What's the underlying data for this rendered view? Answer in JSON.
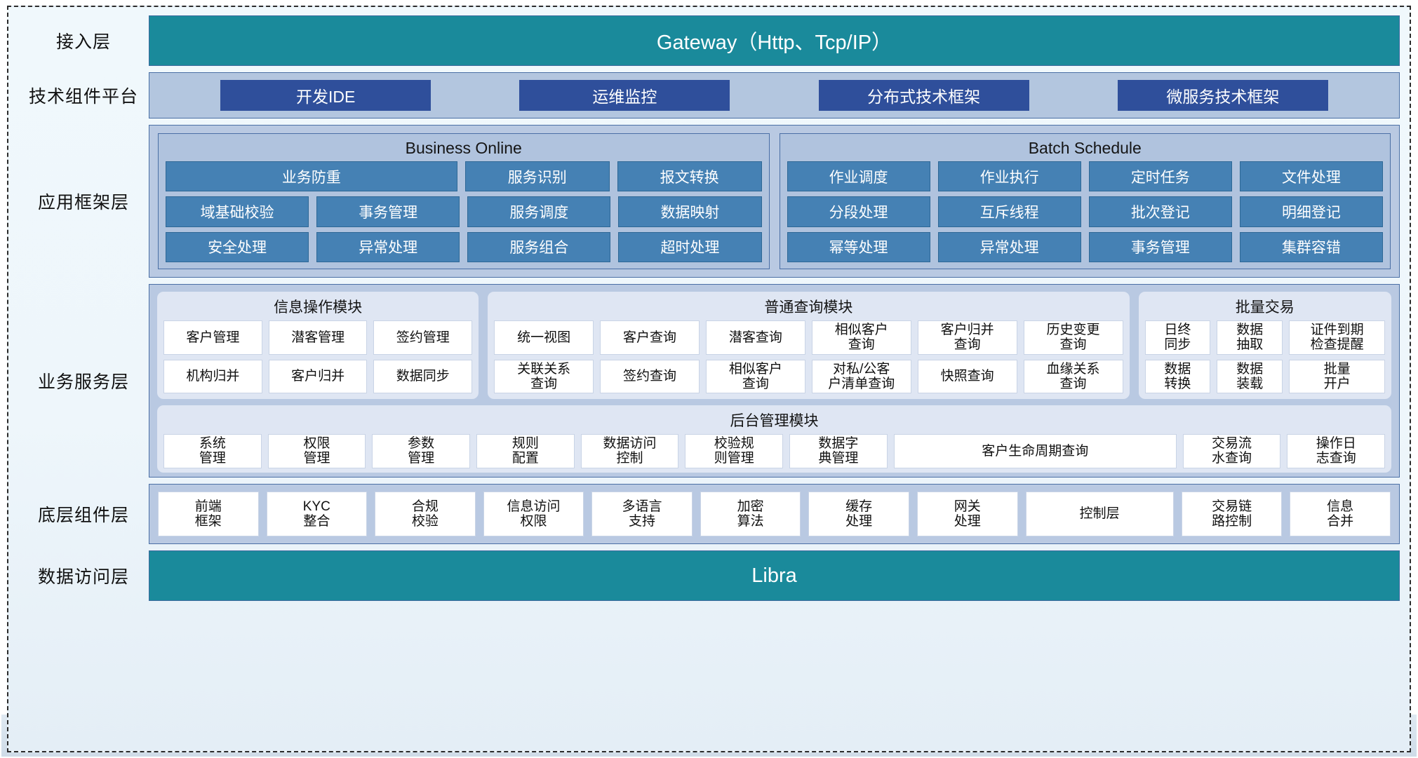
{
  "layers": {
    "access": {
      "label": "接入层",
      "bar": "Gateway（Http、Tcp/IP）"
    },
    "tech": {
      "label": "技术组件平台",
      "chips": [
        "开发IDE",
        "运维监控",
        "分布式技术框架",
        "微服务技术框架"
      ]
    },
    "app": {
      "label": "应用框架层",
      "groups": [
        {
          "title": "Business Online",
          "rows": [
            [
              "业务防重",
              "服务识别",
              "报文转换"
            ],
            [
              "域基础校验",
              "事务管理",
              "服务调度",
              "数据映射"
            ],
            [
              "安全处理",
              "异常处理",
              "服务组合",
              "超时处理"
            ]
          ]
        },
        {
          "title": "Batch Schedule",
          "rows": [
            [
              "作业调度",
              "作业执行",
              "定时任务",
              "文件处理"
            ],
            [
              "分段处理",
              "互斥线程",
              "批次登记",
              "明细登记"
            ],
            [
              "幂等处理",
              "异常处理",
              "事务管理",
              "集群容错"
            ]
          ]
        }
      ]
    },
    "service": {
      "label": "业务服务层",
      "cards": [
        {
          "title": "信息操作模块",
          "rows": [
            [
              "客户管理",
              "潜客管理",
              "签约管理"
            ],
            [
              "机构归并",
              "客户归并",
              "数据同步"
            ]
          ]
        },
        {
          "title": "普通查询模块",
          "rows": [
            [
              "统一视图",
              "客户查询",
              "潜客查询",
              "相似客户\n查询",
              "客户归并\n查询",
              "历史变更\n查询"
            ],
            [
              "关联关系\n查询",
              "签约查询",
              "相似客户\n查询",
              "对私/公客\n户清单查询",
              "快照查询",
              "血缘关系\n查询"
            ]
          ]
        },
        {
          "title": "批量交易",
          "rows": [
            [
              "日终\n同步",
              "数据\n抽取",
              "证件到期\n检查提醒"
            ],
            [
              "数据\n转换",
              "数据\n装载",
              "批量\n开户"
            ]
          ]
        }
      ],
      "admin": {
        "title": "后台管理模块",
        "cells": [
          "系统\n管理",
          "权限\n管理",
          "参数\n管理",
          "规则\n配置",
          "数据访问\n控制",
          "校验规\n则管理",
          "数据字\n典管理",
          "客户生命周期查询",
          "交易流\n水查询",
          "操作日\n志查询"
        ]
      }
    },
    "base": {
      "label": "底层组件层",
      "cells": [
        "前端\n框架",
        "KYC\n整合",
        "合规\n校验",
        "信息访问\n权限",
        "多语言\n支持",
        "加密\n算法",
        "缓存\n处理",
        "网关\n处理",
        "控制层",
        "交易链\n路控制",
        "信息\n合并"
      ]
    },
    "data": {
      "label": "数据访问层",
      "bar": "Libra"
    }
  },
  "colors": {
    "teal": "#1a8a9b",
    "navy_chip": "#2f4f9b",
    "blue_chip": "#4581b4",
    "band": "#b9c9e2",
    "card": "#dfe6f3"
  }
}
